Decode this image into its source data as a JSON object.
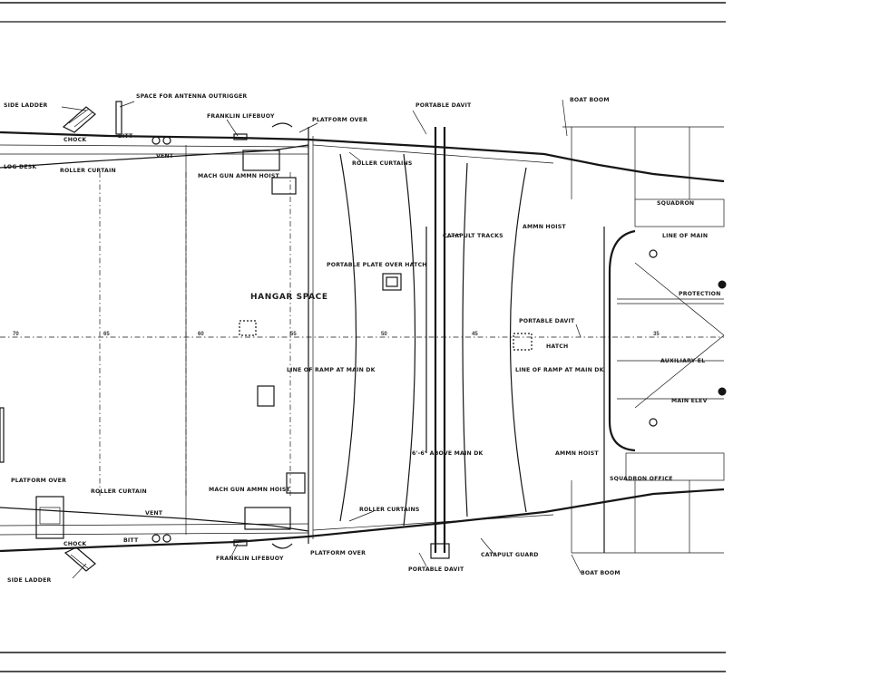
{
  "labels": {
    "side_ladder_top": "SIDE LADDER",
    "space_for_antenna": "SPACE FOR ANTENNA OUTRIGGER",
    "portable_davit_top": "PORTABLE DAVIT",
    "boat_boom_top": "BOAT BOOM",
    "franklin_lifebuoy_top": "FRANKLIN LIFEBUOY",
    "platform_over_top": "PLATFORM OVER",
    "chock_top": "CHOCK",
    "bitt_top": "BITT",
    "log_desk": "LOG DESK",
    "roller_curtain_top": "ROLLER CURTAIN",
    "vent_top": "VENT",
    "mach_gun_ammn_hoist": "MACH GUN AMMN HOIST",
    "roller_curtains_top": "ROLLER CURTAINS",
    "catapult_tracks": "CATAPULT TRACKS",
    "ammn_hoist_top": "AMMN HOIST",
    "squadron_top": "SQUADRON",
    "line_of_main": "LINE OF MAIN",
    "portable_plate": "PORTABLE PLATE OVER HATCH",
    "hangar_space": "HANGAR SPACE",
    "protection": "PROTECTION",
    "portable_davit_mid": "PORTABLE DAVIT",
    "hatch": "HATCH",
    "frame_70": "70",
    "frame_65": "65",
    "frame_60": "60",
    "frame_55": "55",
    "frame_50": "50",
    "frame_45": "45",
    "frame_35": "35",
    "line_of_ramp_left": "LINE OF RAMP AT MAIN DK",
    "line_of_ramp_right": "LINE OF RAMP AT MAIN DK",
    "auxiliary_elevator": "AUXILIARY EL",
    "main_elevator": "MAIN ELEV",
    "ammn_hoist_bottom": "AMMN HOIST",
    "above_main_dk": "6'-6\" ABOVE MAIN DK",
    "platform_over_bottom_left": "PLATFORM OVER",
    "roller_curtain_bottom": "ROLLER CURTAIN",
    "mach_gun_ammn_hoist_bottom": "MACH GUN AMMN HOIST",
    "vent_bottom": "VENT",
    "squadron_office": "SQUADRON OFFICE",
    "roller_curtains_bottom": "ROLLER CURTAINS",
    "chock_bottom": "CHOCK",
    "bitt_bottom": "BITT",
    "franklin_lifebuoy_bottom": "FRANKLIN LIFEBUOY",
    "platform_over_bottom": "PLATFORM OVER",
    "catapult_guard": "CATAPULT GUARD",
    "portable_davit_bottom": "PORTABLE DAVIT",
    "boat_boom_bottom": "BOAT BOOM",
    "side_ladder_bottom": "SIDE LADDER"
  },
  "colors": {
    "ink": "#161616",
    "paper": "#ffffff"
  }
}
